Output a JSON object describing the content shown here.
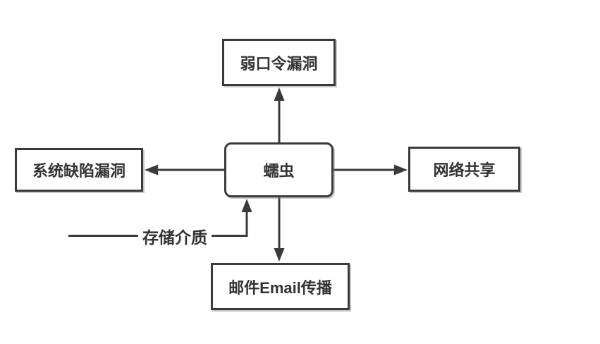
{
  "diagram": {
    "nodes": {
      "center": {
        "label": "蠕虫"
      },
      "top": {
        "label": "弱口令漏洞"
      },
      "left": {
        "label": "系统缺陷漏洞"
      },
      "right": {
        "label": "网络共享"
      },
      "bottom": {
        "label": "邮件Email传播"
      },
      "storage_edge": {
        "label": "存储介质"
      }
    },
    "edges": [
      {
        "from": "蠕虫",
        "to": "弱口令漏洞",
        "direction": "up"
      },
      {
        "from": "蠕虫",
        "to": "系统缺陷漏洞",
        "direction": "left"
      },
      {
        "from": "蠕虫",
        "to": "网络共享",
        "direction": "right"
      },
      {
        "from": "蠕虫",
        "to": "邮件Email传播",
        "direction": "down"
      },
      {
        "from": "存储介质",
        "to": "蠕虫",
        "direction": "up-elbow"
      }
    ],
    "colors": {
      "line": "#3a3a3a",
      "box_border": "#3a3a3a",
      "box_fill": "#ffffff",
      "text": "#333333",
      "background": "#ffffff"
    }
  }
}
